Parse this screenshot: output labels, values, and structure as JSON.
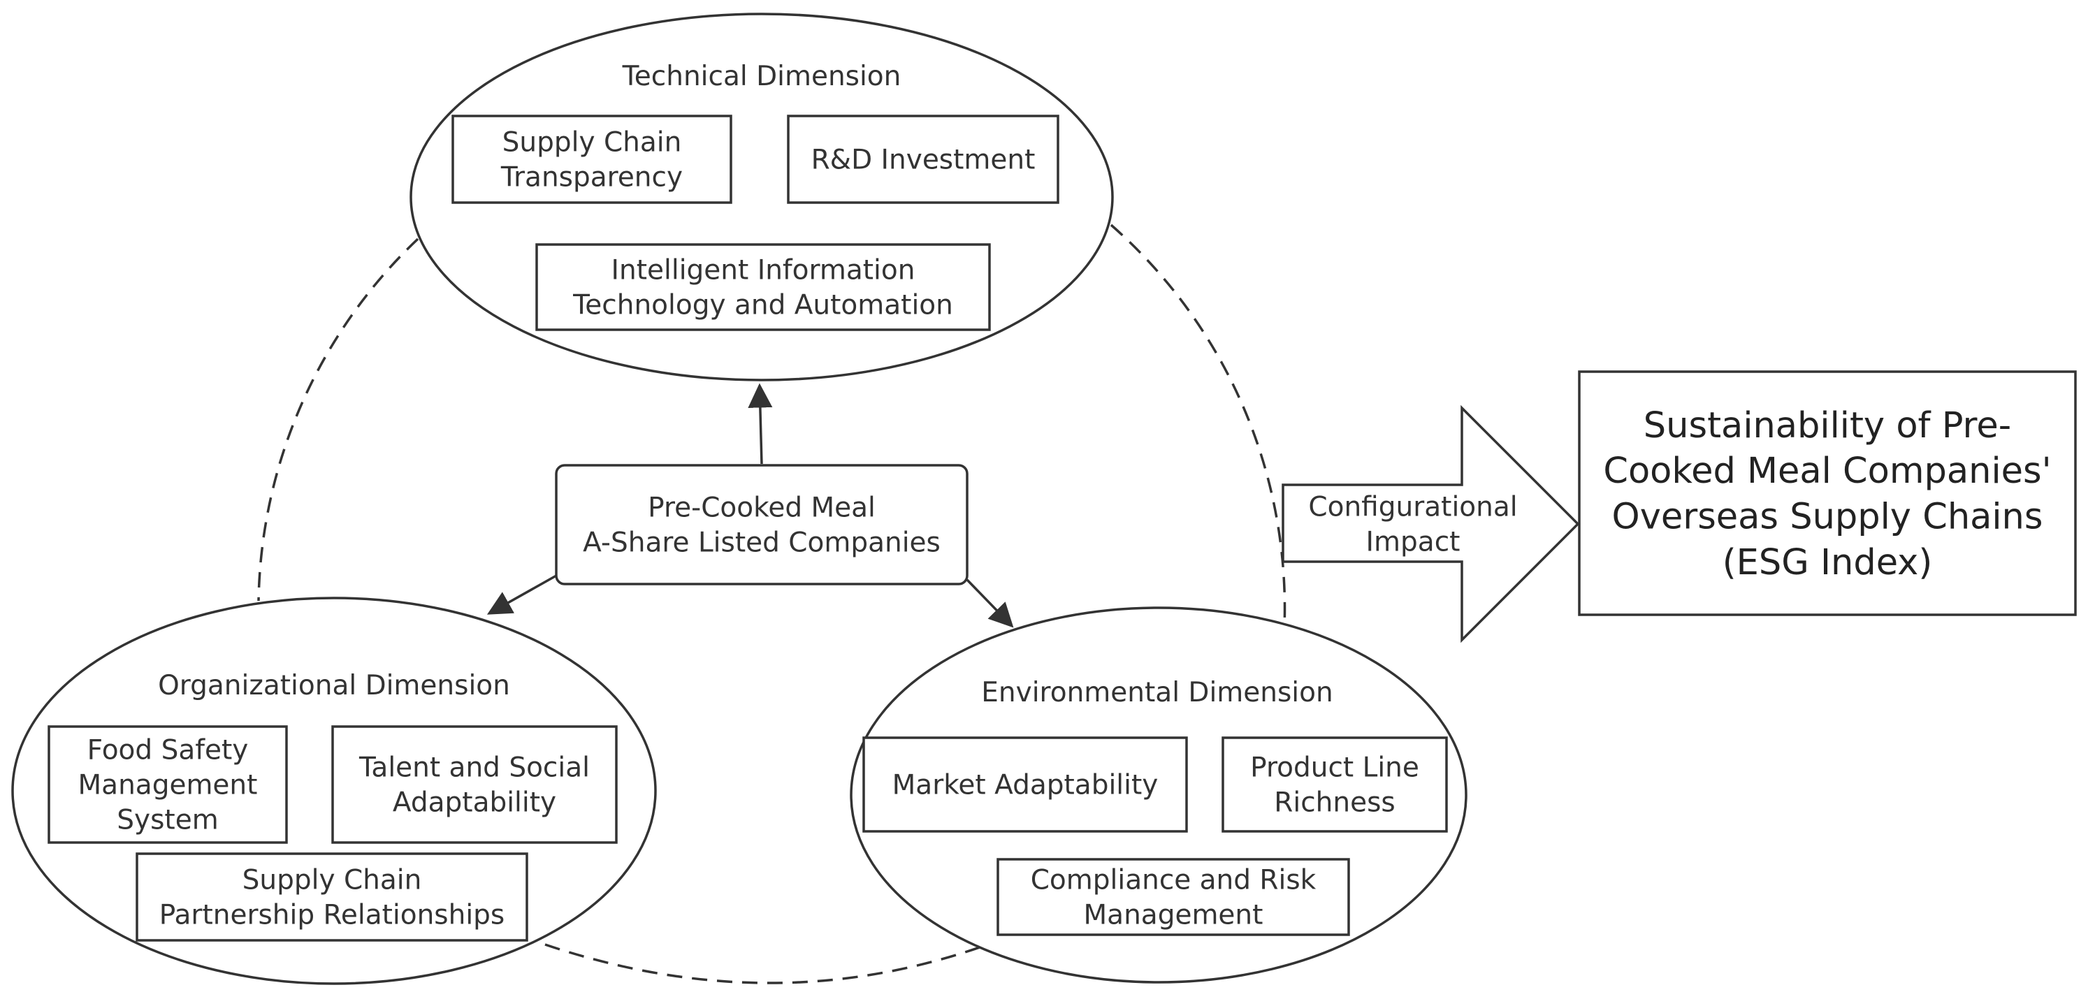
{
  "dimensions": {
    "technical": {
      "title": "Technical Dimension",
      "items": [
        [
          "Supply Chain",
          "Transparency"
        ],
        [
          "R&D Investment"
        ],
        [
          "Intelligent Information",
          "Technology and Automation"
        ]
      ]
    },
    "organizational": {
      "title": "Organizational Dimension",
      "items": [
        [
          "Food Safety",
          "Management",
          "System"
        ],
        [
          "Talent and Social",
          "Adaptability"
        ],
        [
          "Supply Chain",
          "Partnership Relationships"
        ]
      ]
    },
    "environmental": {
      "title": "Environmental Dimension",
      "items": [
        [
          "Market Adaptability"
        ],
        [
          "Product Line",
          "Richness"
        ],
        [
          "Compliance and Risk",
          "Management"
        ]
      ]
    }
  },
  "center": {
    "lines": [
      "Pre-Cooked Meal",
      "A-Share Listed Companies"
    ]
  },
  "arrow": {
    "lines": [
      "Configurational",
      "Impact"
    ]
  },
  "outcome": {
    "lines": [
      "Sustainability of Pre-",
      "Cooked Meal Companies'",
      "Overseas Supply Chains",
      "(ESG Index)"
    ]
  }
}
